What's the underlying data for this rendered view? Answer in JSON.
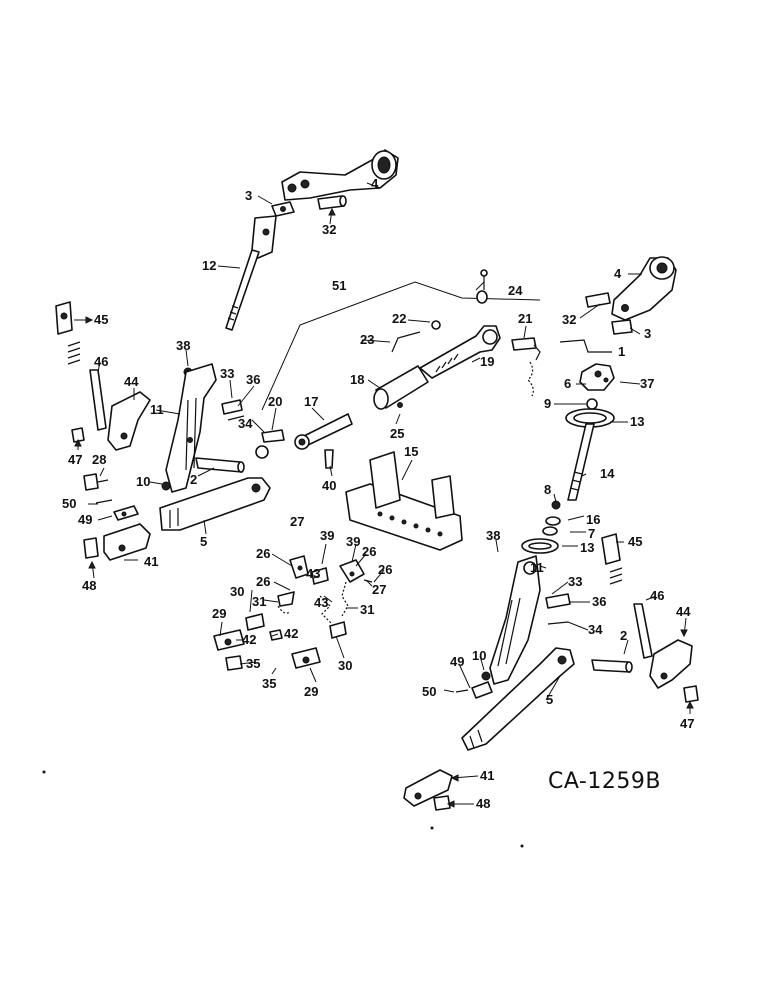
{
  "diagram_code": "CA-1259B",
  "labels": [
    {
      "id": "l1",
      "text": "4"
    },
    {
      "id": "l2",
      "text": "3"
    },
    {
      "id": "l3",
      "text": "32"
    },
    {
      "id": "l4",
      "text": "12"
    },
    {
      "id": "l5",
      "text": "51"
    },
    {
      "id": "l6",
      "text": "24"
    },
    {
      "id": "l7",
      "text": "4"
    },
    {
      "id": "l8",
      "text": "45"
    },
    {
      "id": "l9",
      "text": "22"
    },
    {
      "id": "l10",
      "text": "21"
    },
    {
      "id": "l11",
      "text": "32"
    },
    {
      "id": "l12",
      "text": "3"
    },
    {
      "id": "l13",
      "text": "23"
    },
    {
      "id": "l14",
      "text": "1"
    },
    {
      "id": "l15",
      "text": "46"
    },
    {
      "id": "l16",
      "text": "38"
    },
    {
      "id": "l17",
      "text": "19"
    },
    {
      "id": "l18",
      "text": "33"
    },
    {
      "id": "l19",
      "text": "36"
    },
    {
      "id": "l20",
      "text": "18"
    },
    {
      "id": "l21",
      "text": "6"
    },
    {
      "id": "l22",
      "text": "37"
    },
    {
      "id": "l23",
      "text": "44"
    },
    {
      "id": "l24",
      "text": "20"
    },
    {
      "id": "l25",
      "text": "11"
    },
    {
      "id": "l26",
      "text": "17"
    },
    {
      "id": "l27",
      "text": "9"
    },
    {
      "id": "l28",
      "text": "13"
    },
    {
      "id": "l29",
      "text": "34"
    },
    {
      "id": "l30",
      "text": "25"
    },
    {
      "id": "l31",
      "text": "47"
    },
    {
      "id": "l32",
      "text": "28"
    },
    {
      "id": "l33",
      "text": "15"
    },
    {
      "id": "l34",
      "text": "14"
    },
    {
      "id": "l35",
      "text": "10"
    },
    {
      "id": "l36",
      "text": "2"
    },
    {
      "id": "l37",
      "text": "40"
    },
    {
      "id": "l38",
      "text": "50"
    },
    {
      "id": "l39",
      "text": "8"
    },
    {
      "id": "l40",
      "text": "49"
    },
    {
      "id": "l41",
      "text": "5"
    },
    {
      "id": "l42",
      "text": "16"
    },
    {
      "id": "l43",
      "text": "27"
    },
    {
      "id": "l44",
      "text": "7"
    },
    {
      "id": "l45",
      "text": "39"
    },
    {
      "id": "l46",
      "text": "39"
    },
    {
      "id": "l47",
      "text": "38"
    },
    {
      "id": "l48",
      "text": "13"
    },
    {
      "id": "l49",
      "text": "45"
    },
    {
      "id": "l50",
      "text": "26"
    },
    {
      "id": "l51",
      "text": "26"
    },
    {
      "id": "l52",
      "text": "41"
    },
    {
      "id": "l53",
      "text": "48"
    },
    {
      "id": "l54",
      "text": "43"
    },
    {
      "id": "l55",
      "text": "26"
    },
    {
      "id": "l56",
      "text": "11"
    },
    {
      "id": "l57",
      "text": "26"
    },
    {
      "id": "l58",
      "text": "27"
    },
    {
      "id": "l59",
      "text": "30"
    },
    {
      "id": "l60",
      "text": "31"
    },
    {
      "id": "l61",
      "text": "43"
    },
    {
      "id": "l62",
      "text": "31"
    },
    {
      "id": "l63",
      "text": "33"
    },
    {
      "id": "l64",
      "text": "36"
    },
    {
      "id": "l65",
      "text": "46"
    },
    {
      "id": "l66",
      "text": "44"
    },
    {
      "id": "l67",
      "text": "29"
    },
    {
      "id": "l68",
      "text": "42"
    },
    {
      "id": "l69",
      "text": "42"
    },
    {
      "id": "l70",
      "text": "34"
    },
    {
      "id": "l71",
      "text": "2"
    },
    {
      "id": "l72",
      "text": "35"
    },
    {
      "id": "l73",
      "text": "30"
    },
    {
      "id": "l74",
      "text": "35"
    },
    {
      "id": "l75",
      "text": "29"
    },
    {
      "id": "l76",
      "text": "49"
    },
    {
      "id": "l77",
      "text": "10"
    },
    {
      "id": "l78",
      "text": "50"
    },
    {
      "id": "l79",
      "text": "5"
    },
    {
      "id": "l80",
      "text": "47"
    },
    {
      "id": "l81",
      "text": "41"
    },
    {
      "id": "l82",
      "text": "48"
    }
  ]
}
